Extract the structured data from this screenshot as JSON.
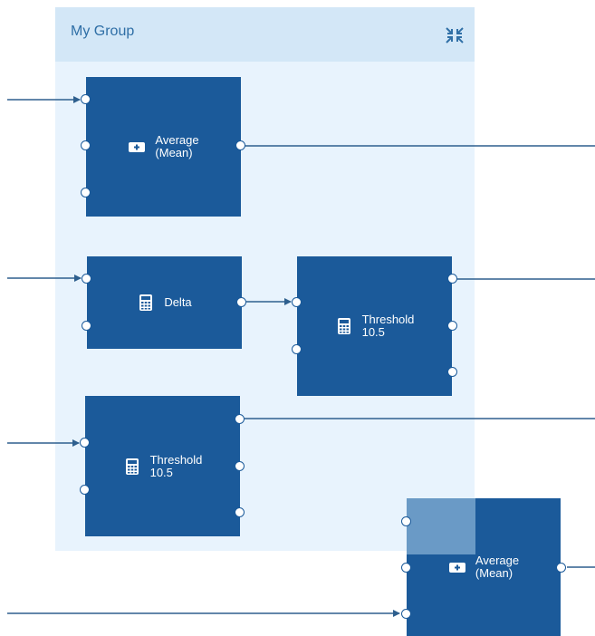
{
  "group": {
    "title": "My Group",
    "collapse_icon": "collapse-arrows-icon"
  },
  "nodes": [
    {
      "id": "n1",
      "label": "Average\n(Mean)",
      "icon": "average-icon"
    },
    {
      "id": "n2",
      "label": "Delta",
      "icon": "calculator-icon"
    },
    {
      "id": "n3",
      "label": "Threshold\n10.5",
      "icon": "calculator-icon"
    },
    {
      "id": "n4",
      "label": "Threshold\n10.5",
      "icon": "calculator-icon"
    },
    {
      "id": "n5",
      "label": "Average\n(Mean)",
      "icon": "average-icon"
    }
  ],
  "colors": {
    "node": "#1b5a9a",
    "group_bg": "#e8f3fd",
    "group_header": "#d3e7f7",
    "title": "#2f6fa6",
    "wire": "#2e5f8e",
    "port": "#ffffff"
  }
}
